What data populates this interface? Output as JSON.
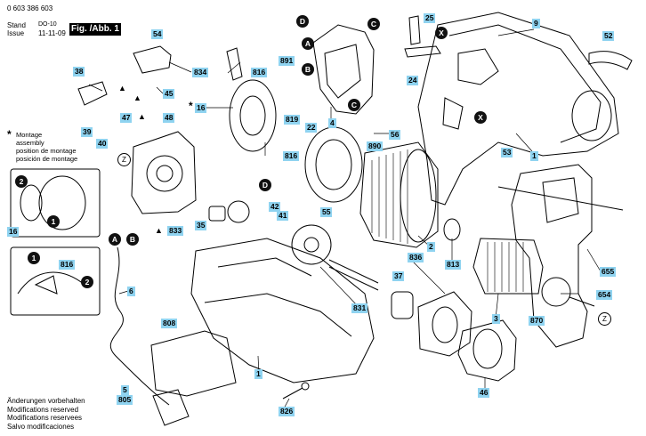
{
  "header": {
    "doc_number": "0 603 386 603",
    "stand_label": "Stand",
    "issue_label": "Issue",
    "stand_code": "DO-10",
    "issue_date": "11-11-09",
    "figure_label": "Fig. /Abb. 1"
  },
  "note": {
    "star": "*",
    "lines": [
      "Montage",
      "assembly",
      "position de montage",
      "posición de montage"
    ]
  },
  "footer": {
    "lines": [
      "Änderungen vorbehalten",
      "Modifications reserved",
      "Modifications reservees",
      "Salvo modificaciones"
    ]
  },
  "part_labels": {
    "p54": "54",
    "p834": "834",
    "p816a": "816",
    "p38": "38",
    "p45": "45",
    "p47": "47",
    "p48": "48",
    "p16a": "16",
    "p39": "39",
    "p40": "40",
    "p16b": "16",
    "p816b": "816",
    "p6": "6",
    "p833": "833",
    "p35": "35",
    "p42": "42",
    "p41": "41",
    "p55": "55",
    "p891": "891",
    "p819": "819",
    "p22": "22",
    "p4": "4",
    "p25": "25",
    "p24": "24",
    "p56": "56",
    "p890": "890",
    "p816c": "816",
    "p9": "9",
    "p52": "52",
    "p53": "53",
    "p1a": "1",
    "p2": "2",
    "p836": "836",
    "p37": "37",
    "p813": "813",
    "p3": "3",
    "p870": "870",
    "p654": "654",
    "p655": "655",
    "p831": "831",
    "p808": "808",
    "p1b": "1",
    "p5": "5",
    "p805": "805",
    "p826": "826",
    "p46": "46"
  },
  "callouts": {
    "A": "A",
    "B": "B",
    "C": "C",
    "D": "D",
    "X": "X",
    "Z": "Z",
    "n1": "1",
    "n2": "2"
  },
  "symbols": {
    "triangle": "▲",
    "star": "*",
    "star_16": "*",
    "triangle_833": "▲"
  },
  "colors": {
    "label_fill": "#8fd3f0",
    "line": "#000000",
    "callout_fill": "#111111"
  }
}
